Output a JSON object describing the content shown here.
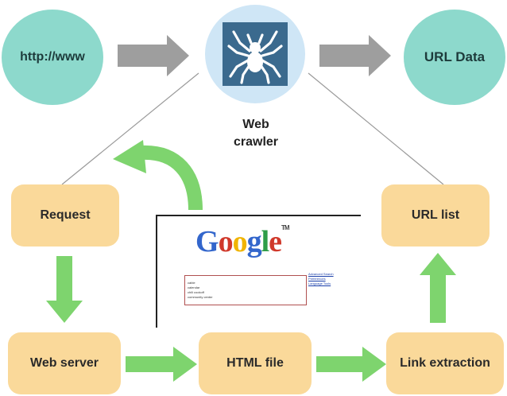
{
  "nodes": {
    "http": {
      "label": "http://www"
    },
    "crawler": {
      "label_line1": "Web",
      "label_line2": "crawler",
      "icon": "spider-icon"
    },
    "url_data": {
      "label": "URL Data"
    },
    "request": {
      "label": "Request"
    },
    "url_list": {
      "label": "URL list"
    },
    "web_server": {
      "label": "Web server"
    },
    "html_file": {
      "label": "HTML file"
    },
    "link_extraction": {
      "label": "Link extraction"
    }
  },
  "google_screenshot": {
    "logo_letters": [
      "G",
      "o",
      "o",
      "g",
      "l",
      "e"
    ],
    "logo_colors": [
      "#3366cc",
      "#d0392b",
      "#f0b400",
      "#3366cc",
      "#2e9d48",
      "#d0392b"
    ],
    "trademark": "TM",
    "suggestions": [
      "cable",
      "calendar",
      "chili cookoff",
      "community center"
    ],
    "side_links": [
      "Advanced Search",
      "Preferences",
      "Language Tools"
    ]
  },
  "colors": {
    "circle_teal": "#8dd9cc",
    "crawler_circle": "#cfe6f6",
    "box_fill": "#fad99a",
    "arrow_green": "#7ed46e",
    "arrow_gray": "#9e9e9e",
    "spider_bg": "#3b6a8e"
  }
}
